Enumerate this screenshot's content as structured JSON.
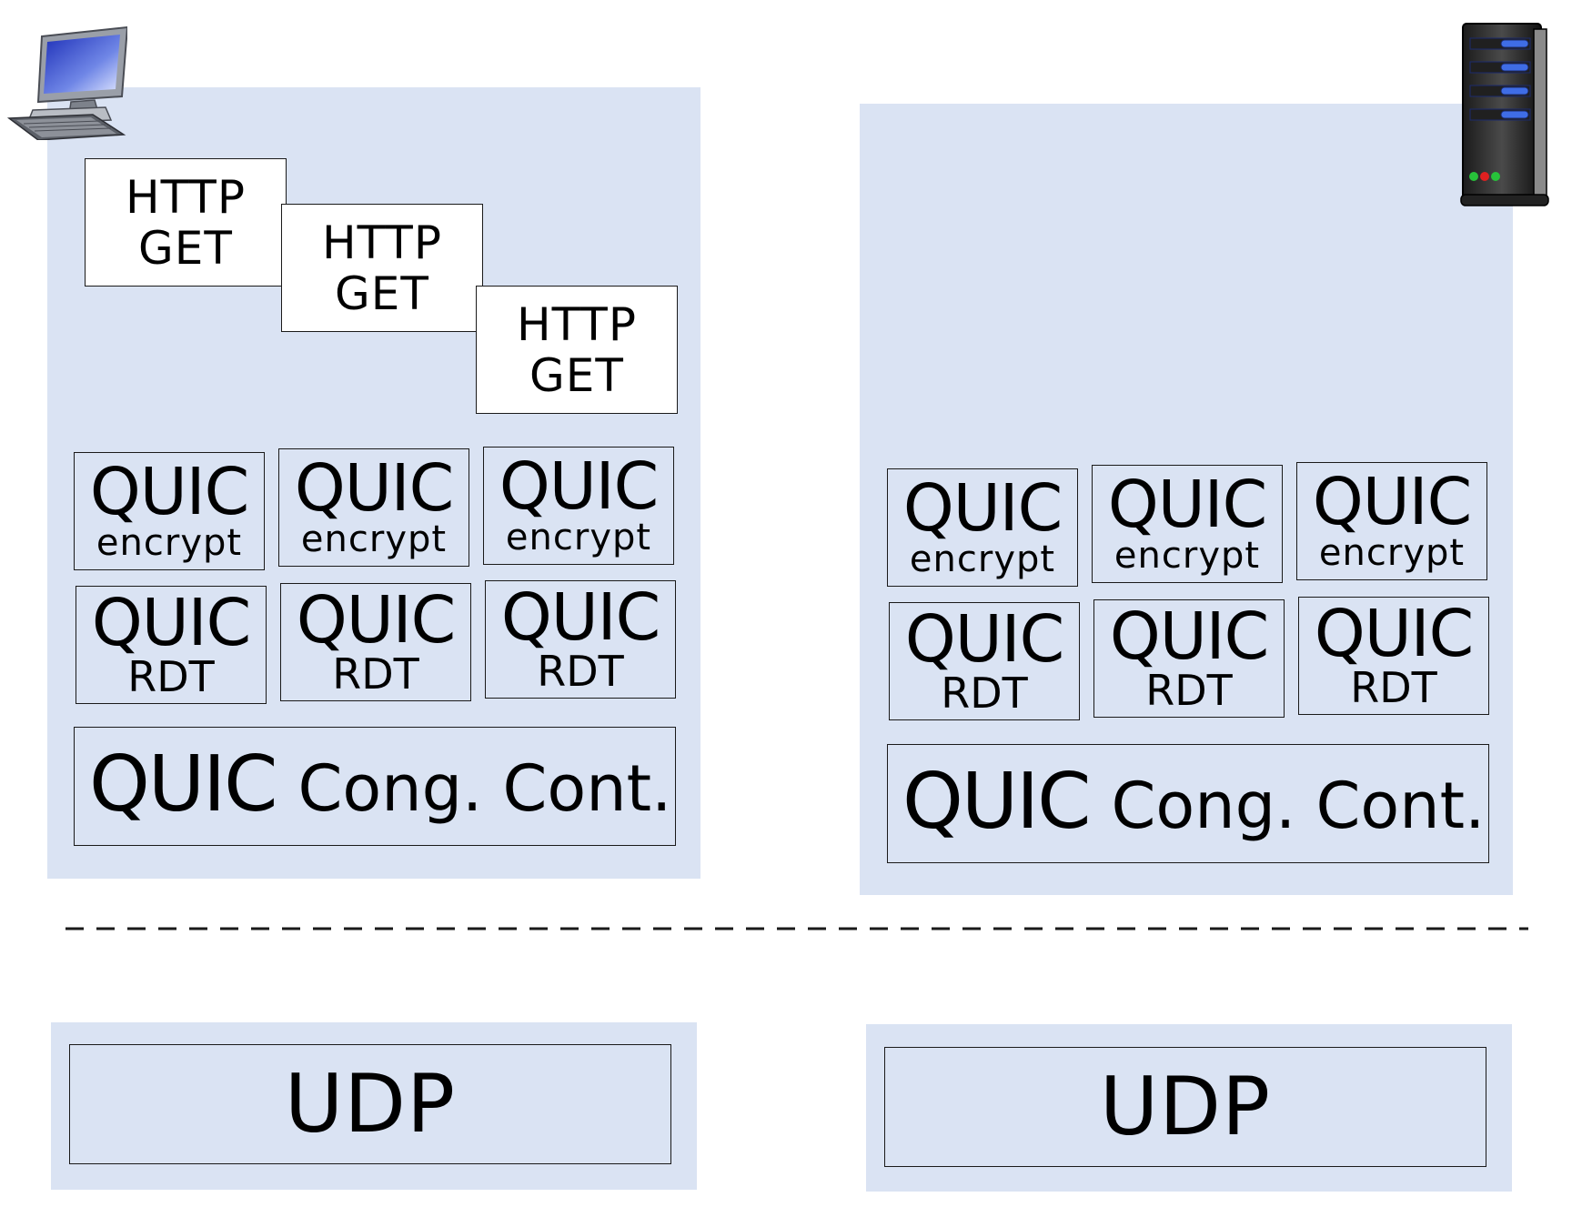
{
  "client": {
    "icon": "desktop-computer-icon",
    "http_gets": [
      {
        "line1": "HTTP",
        "line2": "GET"
      },
      {
        "line1": "HTTP",
        "line2": "GET"
      },
      {
        "line1": "HTTP",
        "line2": "GET"
      }
    ],
    "encrypt": [
      {
        "title": "QUIC",
        "sub": "encrypt"
      },
      {
        "title": "QUIC",
        "sub": "encrypt"
      },
      {
        "title": "QUIC",
        "sub": "encrypt"
      }
    ],
    "rdt": [
      {
        "title": "QUIC",
        "sub": "RDT"
      },
      {
        "title": "QUIC",
        "sub": "RDT"
      },
      {
        "title": "QUIC",
        "sub": "RDT"
      }
    ],
    "cong": {
      "quic": "QUIC",
      "rest": "Cong. Cont."
    },
    "udp": "UDP"
  },
  "server": {
    "icon": "server-tower-icon",
    "encrypt": [
      {
        "title": "QUIC",
        "sub": "encrypt"
      },
      {
        "title": "QUIC",
        "sub": "encrypt"
      },
      {
        "title": "QUIC",
        "sub": "encrypt"
      }
    ],
    "rdt": [
      {
        "title": "QUIC",
        "sub": "RDT"
      },
      {
        "title": "QUIC",
        "sub": "RDT"
      },
      {
        "title": "QUIC",
        "sub": "RDT"
      }
    ],
    "cong": {
      "quic": "QUIC",
      "rest": "Cong. Cont."
    },
    "udp": "UDP"
  },
  "colors": {
    "panel": "#dae3f3",
    "border": "#1a1a1a",
    "box_fill": "#ffffff"
  }
}
